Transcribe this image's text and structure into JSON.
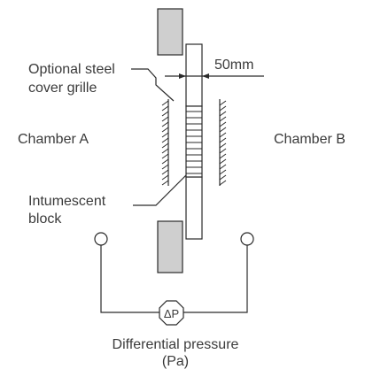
{
  "labels": {
    "grille_line1": "Optional steel",
    "grille_line2": "cover grille",
    "chamber_a": "Chamber A",
    "chamber_b": "Chamber B",
    "gap_dimension": "50mm",
    "block_line1": "Intumescent",
    "block_line2": "block",
    "pressure_symbol": "ΔP",
    "pressure_line1": "Differential pressure",
    "pressure_line2": "(Pa)"
  },
  "colors": {
    "stroke": "#2a2a2a",
    "wall_fill": "#cfcfcf",
    "text": "#3a3a3a"
  }
}
